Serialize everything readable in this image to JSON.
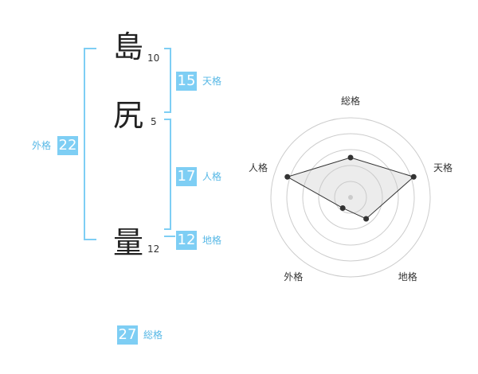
{
  "name_chars": [
    {
      "char": "島",
      "strokes": "10"
    },
    {
      "char": "尻",
      "strokes": "5"
    },
    {
      "char": "量",
      "strokes": "12"
    }
  ],
  "fortunes": {
    "tenkaku": {
      "label": "天格",
      "value": "15"
    },
    "jinkaku": {
      "label": "人格",
      "value": "17"
    },
    "chikaku": {
      "label": "地格",
      "value": "12"
    },
    "gaikaku": {
      "label": "外格",
      "value": "22"
    },
    "soukaku": {
      "label": "総格",
      "value": "27"
    }
  },
  "colors": {
    "accent": "#7ecef4",
    "accent_text": "#57b8e6"
  },
  "chart_data": {
    "type": "radar",
    "axes": [
      "総格",
      "天格",
      "地格",
      "外格",
      "人格"
    ],
    "values": [
      3,
      5,
      2,
      1,
      5
    ],
    "max": 6
  }
}
